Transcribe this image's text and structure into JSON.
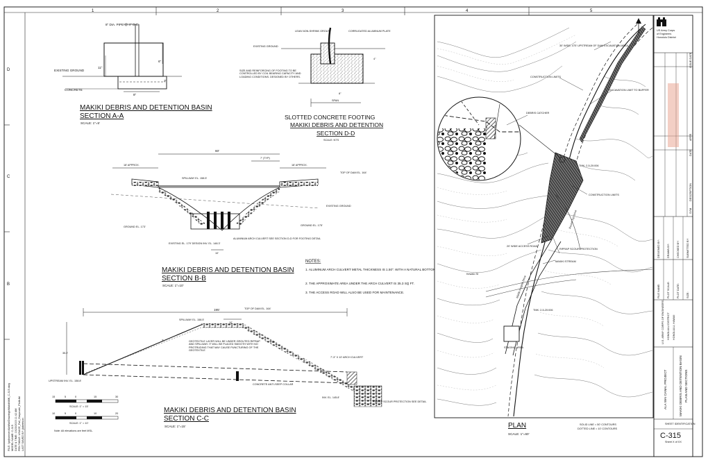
{
  "grid": {
    "columns": [
      "1",
      "2",
      "3",
      "4",
      "5"
    ],
    "rows": [
      "D",
      "C",
      "B"
    ]
  },
  "section_aa": {
    "title_line1": "MAKIKI DEBRIS AND DETENTION BASIN",
    "title_line2": "SECTION A-A",
    "scale": "SCALE: 1\"=5'",
    "pipe_label": "8\" DIA. PIPE @ 4\" O.C.",
    "existing_ground": "EXISTING GROUND",
    "concrete": "CONCRETE",
    "dim_a": "11\"",
    "dim_b": "6\"",
    "dim_c": "3\"",
    "dim_d": "8\""
  },
  "section_dd": {
    "title_line1": "SLOTTED CONCRETE FOOTING",
    "title_line2": "MAKIKI DEBRIS AND DETENTION",
    "title_line3": "SECTION D-D",
    "scale": "SCALE: NTS",
    "lean_grout": "LEAN NON-SHRINK GROUT",
    "corrugated": "CORRUGATED ALUMINUM PLATE",
    "existing_ground": "EXISTING GROUND",
    "footing_note": "SIZE AND REINFORCING OF FOOTING TO BE CONTROLLED BY COIL BEARING CAPACITY AND LOADING CONDITIONS. DESIGNED BY OTHERS.",
    "span": "SPAN",
    "dim_a": "4\"",
    "dim_b": "8\""
  },
  "section_bb": {
    "title_line1": "MAKIKI DEBRIS AND DETENTION BASIN",
    "title_line2": "SECTION B-B",
    "scale": "SCALE: 1\"=10'",
    "dim_top": "60'",
    "dim_typ": "7' (TYP)",
    "approx_left": "18' APPROX.",
    "approx_right": "18' APPROX.",
    "spillway": "SPILLWAY EL. 158.5'",
    "top_dam": "TOP OF DAM EL. 164'",
    "existing_ground": "EXISTING GROUND",
    "ground_left": "GROUND EL. 173'",
    "ground_right": "GROUND EL. 175'",
    "culvert": "ALUMINUM ARCH CULVERT SEE SECTION D-D FOR FOOTING DETAIL",
    "existing_el": "EXISTING EL. 179' DESIGN INV. EL. 148.3'",
    "dim_10": "10'"
  },
  "notes": {
    "heading": "NOTES:",
    "items": [
      "1.  ALUMINUM ARCH CULVERT METAL THICKNESS IS 1.50\". WITH A NATURAL BOTTOM.",
      "2.  THE APPROXIMATE AREA UNDER THE ARCH CULVERT IS 35.3 SQ FT.",
      "3.  THE ACCESS ROAD WILL ALSO BE USED FOR MAINTENANCE."
    ]
  },
  "section_cc": {
    "title_line1": "MAKIKI DEBRIS AND DETENTION BASIN",
    "title_line2": "SECTION C-C",
    "scale": "SCALE: 1\"=15'",
    "dim_top": "195'",
    "top_dam": "TOP OF DAM EL. 164'",
    "spillway": "SPILLWAY EL. 158.5'",
    "dim_10": "10'",
    "slope_left": "2",
    "slope_right": "2",
    "geotextile": "GEOTEXTILE LAYER WILL BE UNDER GROUTED RIPRAP AND SPILLWAY. IT WILL BE PLACED SMOOTH WITH NO PROTRUDING THAT MAY CAUSE PUNCTURING OF THE GEOTEXTILE",
    "arch_culvert": "7'-3\" X 10' ARCH CULVERT",
    "upstream": "UPSTREAM INV. EL. 158.8'",
    "concrete_collar": "CONCRETE ANTI-SEEP COLLAR",
    "inv_el": "INV. EL. 145.8'",
    "riprap": "RIPRAP SCOUR PROTECTION SEE DETAIL",
    "dim_vert": "35.2'",
    "elevations_note": "Note: All elevations are feet MSL.",
    "scale_bar1_label": "SCALE: 1\" = 15'",
    "scale_bar1_ticks": [
      "15",
      "5",
      "0",
      "15",
      "30"
    ],
    "scale_bar2_label": "SCALE: 1\" = 10'",
    "scale_bar2_ticks": [
      "10",
      "5",
      "0",
      "10",
      "20"
    ]
  },
  "plan": {
    "title": "PLAN",
    "scale": "SCALE: 1\"=60'",
    "contours": "SOLID LINE = 50' CONTOURS",
    "dotted": "DOTTED LINE = 10' CONTOURS",
    "excavation_area": "30' WIDE, 475' UPSTREAM OF DAM EXCAVATION AREA",
    "construction_limits_1": "CONSTRUCTION LIMITS",
    "excavation_limit": "EXCAVATION LIMIT TO BUFFER",
    "debris_catcher": "DEBRIS CATCHER",
    "tmk_1": "TMK: 2-5-20:006",
    "construction_limits_2": "CONSTRUCTION LIMITS",
    "access_road": "20' WIDE ACCESS ROAD",
    "riprap_scour": "RIPRAP SCOUR PROTECTION",
    "makiki_stream": "MAKIKI STREAM",
    "tmk_2": "TMK: 2-5-20:006",
    "staging_area": "STAGING AREA",
    "road_1": "Makiki Heights Drive",
    "road_2": "Kewalo St",
    "road_3": "Round Top Drive",
    "label_a": "A"
  },
  "title_block": {
    "agency_1": "US Army Corps",
    "agency_2": "of Engineers",
    "agency_3": "Honolulu District",
    "client_1": "U.S. ARMY CORPS OF ENGINEERS",
    "client_2": "HONOLULU DISTRICT",
    "client_3": "HONOLULU, HAWAII",
    "project": "ALA WAI CANAL PROJECT",
    "sheet_title_1": "MAKIKI DEBRIS AND DETENTION BASIN",
    "sheet_title_2": "PLAN AND SECTIONS",
    "sheet_id_label": "SHEET IDENTIFICATION",
    "sheet_id": "C-315",
    "issue_date": "ISSUE DATE",
    "sym": "SYM",
    "description": "DESCRIPTION",
    "date": "DATE",
    "appr": "APPR",
    "designed_by": "DESIGNED BY:",
    "drawn_by": "DRAWN BY:",
    "checked_by": "CHECKED BY:",
    "submitted_by": "SUBMITTED BY:",
    "file_name": "FILE NAME:",
    "plot_scale": "PLOT SCALE:",
    "plot_date": "PLOT DATE:",
    "size": "SIZE:",
    "size_val": "ANSI D",
    "sheet_of": "Sheet   X  of  XX",
    "stamp_color": "#e8a08c"
  },
  "file_info": [
    "FILE: \\\\prjhomsrv\\AlaWai\\Drawings\\Makiki\\MK_C-315.dwg",
    "MODEL NAME: C-315",
    "DATE & TIME: 10/23/2015   11:42 AM",
    "PEN TABLE: USACE_Full_Grayscale_Ploth.tbl",
    "LAST SAVED BY: jlabertson"
  ]
}
